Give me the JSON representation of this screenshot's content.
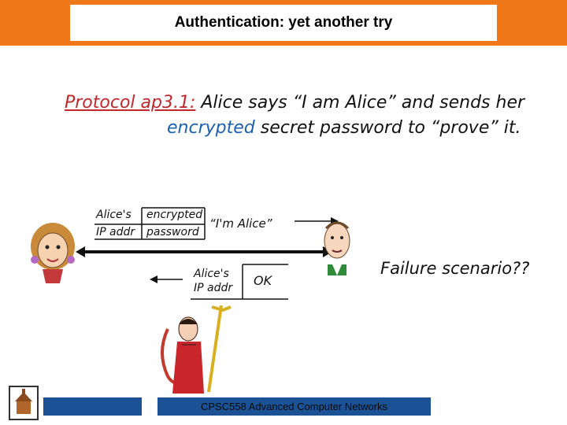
{
  "header": {
    "title": "Authentication: yet another try"
  },
  "protocol": {
    "label": "Protocol ap3.1:",
    "line1": "Alice says “I am Alice” and sends her",
    "line2_emph": "encrypted",
    "line2_rest": "secret password to “prove” it."
  },
  "message": {
    "ip_label_1": "Alice's",
    "ip_label_2": "IP addr",
    "pw_label_1": "encrypted",
    "pw_label_2": "password",
    "claim": "“I'm Alice”"
  },
  "reply": {
    "ip_label_1": "Alice's",
    "ip_label_2": "IP addr",
    "ok": "OK"
  },
  "question": "Failure scenario??",
  "footer": {
    "course": "CPSC558 Advanced Computer Networks"
  },
  "colors": {
    "header_bg": "#f07818",
    "footer_bg": "#1b5296",
    "label_red": "#c0282c",
    "emph_blue": "#1a5fb0"
  },
  "icons": [
    "alice-figure",
    "bob-figure",
    "trudy-devil-figure",
    "university-logo"
  ]
}
